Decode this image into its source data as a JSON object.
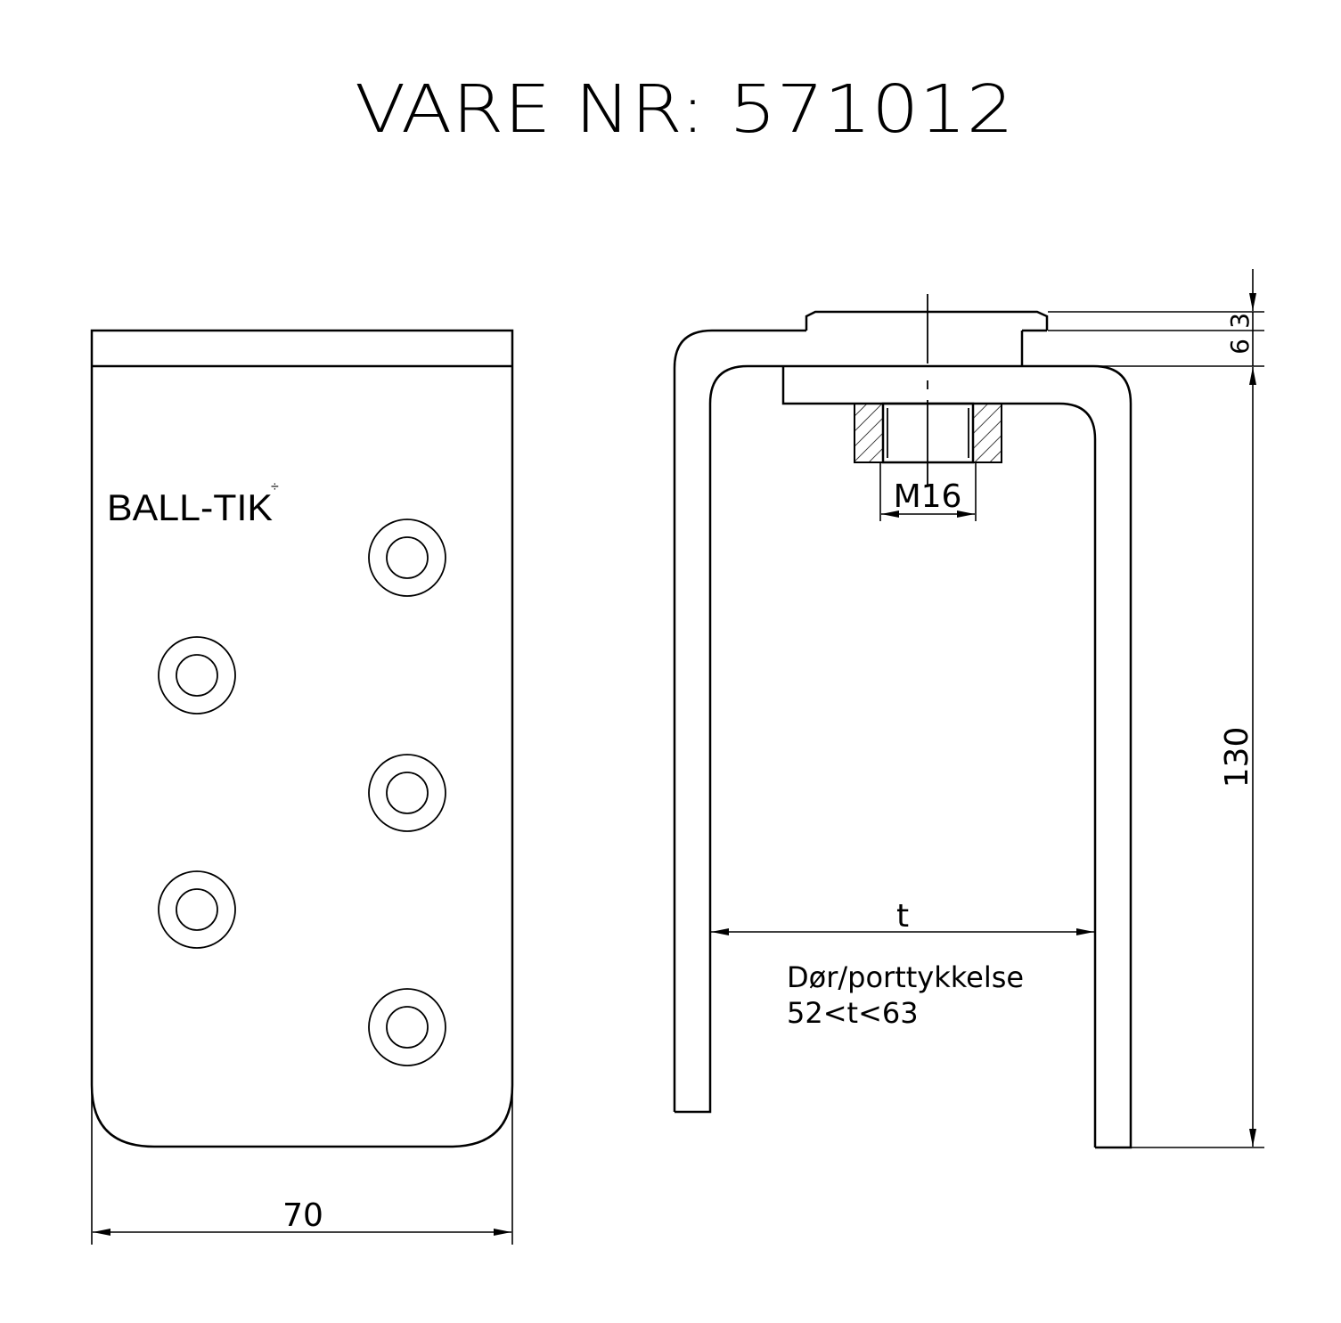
{
  "title": "VARE NR: 571012",
  "logo": {
    "text": "BALL-TIK",
    "mark": "÷"
  },
  "dimensions": {
    "width": "70",
    "height": "130",
    "plate_thickness": "6",
    "washer_thickness": "3",
    "thread": "M16",
    "door_symbol": "t"
  },
  "note": {
    "line1": "Dør/porttykkelse",
    "line2": "52<t<63"
  }
}
